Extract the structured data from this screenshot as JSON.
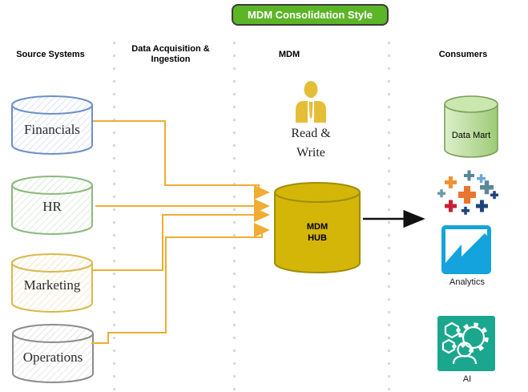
{
  "title": {
    "label": "MDM Consolidation Style"
  },
  "columns": [
    {
      "label": "Source Systems"
    },
    {
      "label": "Data Acquisition & Ingestion"
    },
    {
      "label": "MDM"
    },
    {
      "label": "Consumers"
    }
  ],
  "sources": [
    {
      "label": "Financials",
      "color": "#6E8FC9"
    },
    {
      "label": "HR",
      "color": "#8CB87E"
    },
    {
      "label": "Marketing",
      "color": "#D8B84E"
    },
    {
      "label": "Operations",
      "color": "#8C8C8C"
    }
  ],
  "mdm": {
    "actor_label": "Read & Write",
    "hub_label": "MDM HUB",
    "hub_fill": "#D4B609",
    "hub_stroke": "#A18C00",
    "actor_color": "#E5BE38"
  },
  "consumers": [
    {
      "label": "Data Mart",
      "color": "#9ECB77"
    },
    {
      "label": "",
      "icon": "tableau-logo"
    },
    {
      "label": "Analytics",
      "color": "#14A3DC"
    },
    {
      "label": "AI",
      "color": "#1AA78E"
    }
  ],
  "colors": {
    "title_green": "#5CB527",
    "arrow_yellow": "#EFAD33",
    "flow_arrow_black": "#111111",
    "divider_gray": "#d9d9d9"
  }
}
